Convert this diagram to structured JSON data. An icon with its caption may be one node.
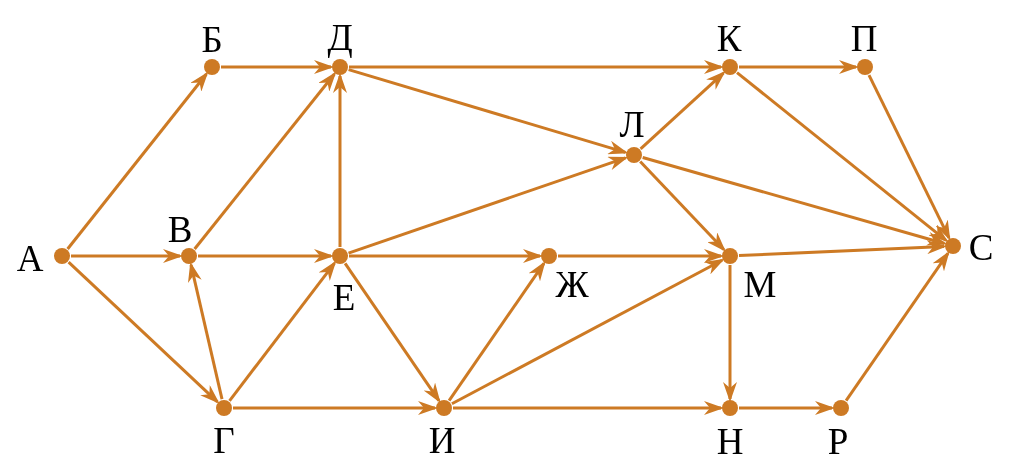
{
  "diagram": {
    "nodes": [
      {
        "text": [
          "А"
        ]
      },
      {
        "text": [
          "Б"
        ]
      },
      {
        "text": [
          "В"
        ]
      },
      {
        "text": [
          "Г"
        ]
      },
      {
        "text": [
          "Д"
        ]
      },
      {
        "text": [
          "Е"
        ]
      },
      {
        "text": [
          "Ж"
        ]
      },
      {
        "text": [
          "И"
        ]
      },
      {
        "text": [
          "К"
        ]
      },
      {
        "text": [
          "Л"
        ]
      },
      {
        "text": [
          "М"
        ]
      },
      {
        "text": [
          "Н"
        ]
      },
      {
        "text": [
          "П"
        ]
      },
      {
        "text": [
          "Р"
        ]
      },
      {
        "text": [
          "С"
        ]
      }
    ],
    "edges": [
      {
        "from": 0,
        "to": 1,
        "arrow": "to"
      },
      {
        "from": 0,
        "to": 2,
        "arrow": "to"
      },
      {
        "from": 0,
        "to": 3,
        "arrow": "to"
      },
      {
        "from": 1,
        "to": 4,
        "arrow": "to"
      },
      {
        "from": 2,
        "to": 4,
        "arrow": "to"
      },
      {
        "from": 2,
        "to": 5,
        "arrow": "to"
      },
      {
        "from": 3,
        "to": 2,
        "arrow": "to"
      },
      {
        "from": 3,
        "to": 5,
        "arrow": "to"
      },
      {
        "from": 3,
        "to": 7,
        "arrow": "to"
      },
      {
        "from": 5,
        "to": 4,
        "arrow": "to"
      },
      {
        "from": 4,
        "to": 8,
        "arrow": "to"
      },
      {
        "from": 4,
        "to": 9,
        "arrow": "to"
      },
      {
        "from": 5,
        "to": 9,
        "arrow": "to"
      },
      {
        "from": 5,
        "to": 6,
        "arrow": "to"
      },
      {
        "from": 5,
        "to": 7,
        "arrow": "to"
      },
      {
        "from": 7,
        "to": 6,
        "arrow": "to"
      },
      {
        "from": 7,
        "to": 10,
        "arrow": "to"
      },
      {
        "from": 7,
        "to": 11,
        "arrow": "to"
      },
      {
        "from": 6,
        "to": 10,
        "arrow": "to"
      },
      {
        "from": 9,
        "to": 8,
        "arrow": "to"
      },
      {
        "from": 9,
        "to": 10,
        "arrow": "to"
      },
      {
        "from": 9,
        "to": 14,
        "arrow": "to"
      },
      {
        "from": 8,
        "to": 12,
        "arrow": "to"
      },
      {
        "from": 8,
        "to": 14,
        "arrow": "to"
      },
      {
        "from": 12,
        "to": 14,
        "arrow": "to"
      },
      {
        "from": 10,
        "to": 14,
        "arrow": "to"
      },
      {
        "from": 10,
        "to": 11,
        "arrow": "to"
      },
      {
        "from": 11,
        "to": 13,
        "arrow": "to"
      },
      {
        "from": 13,
        "to": 14,
        "arrow": "to"
      }
    ]
  }
}
